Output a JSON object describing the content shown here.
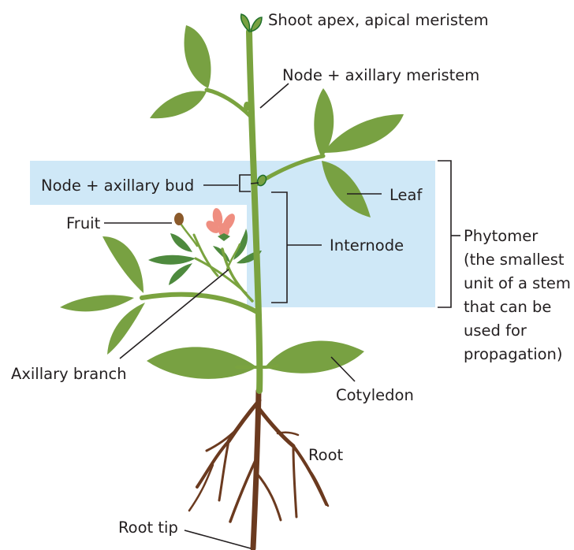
{
  "colors": {
    "stem": "#7aa33f",
    "leaf": "#78a142",
    "leaf_dark": "#4e8a3e",
    "vein": "#5f8a32",
    "root": "#6b3a1f",
    "phytomer_box": "#cfe8f7",
    "bud_outline": "#1f6f2a",
    "flower": "#ef8e80",
    "fruit": "#8b5a2b",
    "line": "#231f20"
  },
  "labels": {
    "shoot_apex": "Shoot apex, apical meristem",
    "node_meristem": "Node + axillary meristem",
    "node_bud": "Node + axillary bud",
    "leaf": "Leaf",
    "fruit": "Fruit",
    "internode": "Internode",
    "phytomer": [
      "Phytomer",
      "(the smallest",
      "unit of a stem",
      "that can be",
      "used for",
      "propagation)"
    ],
    "axillary_branch": "Axillary branch",
    "cotyledon": "Cotyledon",
    "root": "Root",
    "root_tip": "Root tip"
  }
}
